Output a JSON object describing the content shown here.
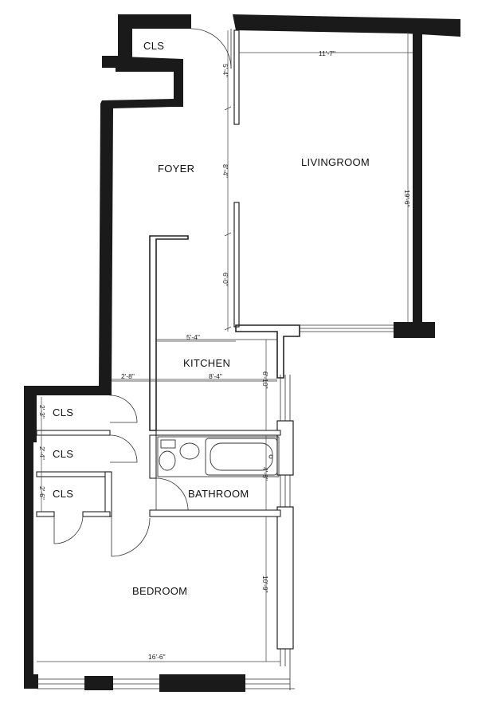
{
  "rooms": {
    "cls_top": "CLS",
    "foyer": "FOYER",
    "livingroom": "LIVINGROOM",
    "kitchen": "KITCHEN",
    "cls_1": "CLS",
    "cls_2": "CLS",
    "cls_3": "CLS",
    "bathroom": "BATHROOM",
    "bedroom": "BEDROOM"
  },
  "dimensions": {
    "living_width": "11'-7\"",
    "living_height": "19'-6\"",
    "foyer_top": "5'-4\"",
    "foyer_mid": "8'-4\"",
    "foyer_low": "6'-0\"",
    "kitchen_width_top": "5'-4\"",
    "kitchen_width": "8'-4\"",
    "hall_width": "2'-8\"",
    "kitchen_depth": "6'-10\"",
    "cls_1_depth": "2'-3\"",
    "cls_2_depth": "2'-4\"",
    "cls_3_depth": "2'-6\"",
    "bath_depth": "4'-8\"",
    "bedroom_depth": "10'-9\"",
    "bedroom_width": "16'-6\""
  }
}
